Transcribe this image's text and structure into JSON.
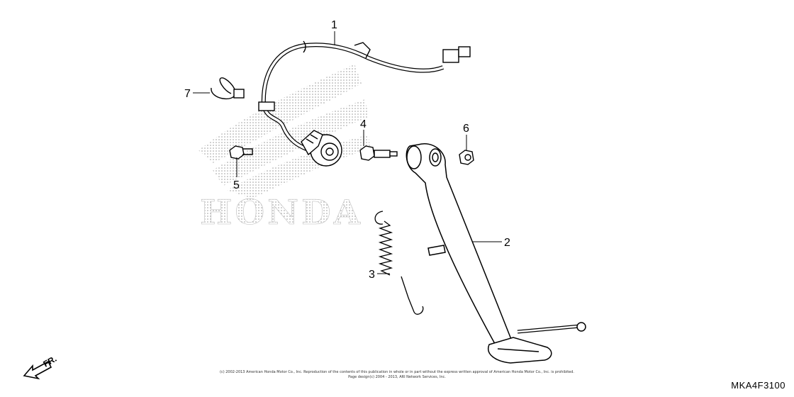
{
  "diagram": {
    "watermark_text": "HONDA",
    "callouts": [
      {
        "number": "1",
        "part": "wire-harness"
      },
      {
        "number": "2",
        "part": "side-stand"
      },
      {
        "number": "3",
        "part": "side-stand-spring"
      },
      {
        "number": "4",
        "part": "pivot-bolt"
      },
      {
        "number": "5",
        "part": "flange-bolt"
      },
      {
        "number": "6",
        "part": "lock-nut"
      },
      {
        "number": "7",
        "part": "cable-band"
      }
    ],
    "direction_marker": "FR.",
    "copyright_line1": "(c) 2002-2013 American Honda Motor Co., Inc. Reproduction of the contents of this publication in whole or in part without the express written approval of American Honda Motor Co., Inc. is prohibited.",
    "copyright_line2": "Page design(c) 2004 - 2013, ARI Network Services, Inc.",
    "drawing_code": "MKA4F3100"
  }
}
